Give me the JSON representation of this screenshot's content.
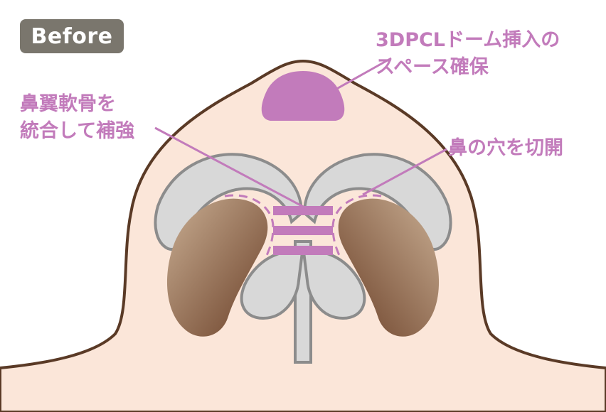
{
  "badge": {
    "label": "Before"
  },
  "labels": {
    "implant_line1": "3DPCLドーム挿入の",
    "implant_line2": "スペース確保",
    "cartilage_line1": "鼻翼軟骨を",
    "cartilage_line2": "統合して補強",
    "nostril": "鼻の穴を切開"
  },
  "colors": {
    "skin": "#fbe6d9",
    "outline": "#5a3a26",
    "cartilage": "#d8d8d8",
    "cartilage_stroke": "#8c8c8c",
    "accent": "#c27bbb",
    "nostril_light": "#c4a98e",
    "nostril_dark": "#6b4028",
    "badge_bg": "#7a766d"
  }
}
